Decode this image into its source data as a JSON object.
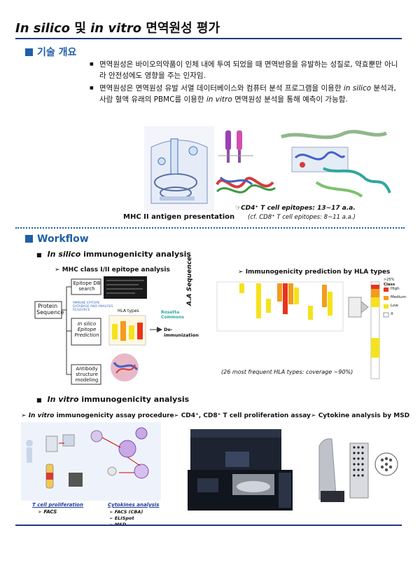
{
  "title": {
    "part1": "In silico",
    "part2": " 및 ",
    "part3": "in vitro",
    "part4": " 면역원성 평가"
  },
  "overview": {
    "heading": "기술 개요",
    "bullet1": "면역원성은 바이오의약품이 인체 내에 투여 되었을 때 면역반응을 유발하는 성질로, 약효뿐만 아니라 안전성에도 영향을 주는 인자임.",
    "bullet2_a": "면역원성은 면역원성 유발 서열 데이터베이스와 컴퓨터 분석 프로그램을 이용한 ",
    "bullet2_b": "in silico",
    "bullet2_c": " 분석과, 사람 혈액 유래의 PBMC를 이용한 ",
    "bullet2_d": "in vitro",
    "bullet2_e": " 면역원성 분석을 통해 예측이 가능함."
  },
  "figure_top": {
    "mhc_caption": "MHC II antigen presentation",
    "epitope_caption": "CD4⁺ T cell epitopes: 13~17 a.a.",
    "epitope_sub": "(cf. CD8⁺ T cell epitopes: 8~11 a.a.)"
  },
  "workflow": {
    "heading": "Workflow",
    "in_silico_title_a": "In silico",
    "in_silico_title_b": " immunogenicity analysis",
    "mhc_analysis": "MHC class I/II epitope analysis",
    "prediction_title": "Immunogenicity prediction by HLA types",
    "flow_protein": "Protein Sequence",
    "flow_db": "Epitope DB search",
    "flow_insilico": "In silico Epitope Prediction",
    "flow_antibody": "Antibody structure modeling",
    "flow_iedb": "IMMUNE EPITOPE DATABASE AND ANALYSIS RESOURCE",
    "flow_hla": "HLA types",
    "flow_rosetta": "Rosetta Commons",
    "flow_deimm": "De-immunization",
    "aa_sequence": "A.A Sequence",
    "coverage": "(26 most frequent HLA types: coverage ~90%)",
    "legend_title": "Class",
    "legend_high": "High",
    "legend_medium": "Medium",
    "legend_low": "Low",
    "legend_x": "X",
    "legend_pct": ">25%",
    "in_vitro_title_a": "In vitro",
    "in_vitro_title_b": " immunogenicity analysis",
    "procedure_a": "In vitro",
    "procedure_b": " immunogenicity assay procedure",
    "proliferation": "CD4⁺, CD8⁺ T cell proliferation assay",
    "cytokine": "Cytokine analysis by MSD",
    "tcell_prolif": "T cell proliferation",
    "facs": "FACS",
    "cytokines_analysis": "Cytokines analysis",
    "cyt1": "FACS (CBA)",
    "cyt2": "ELISpot",
    "cyt3": "MSD"
  },
  "colors": {
    "accent": "#1f5fa8",
    "high": "#e8341c",
    "medium": "#f39c1f",
    "low": "#f5e21c"
  }
}
